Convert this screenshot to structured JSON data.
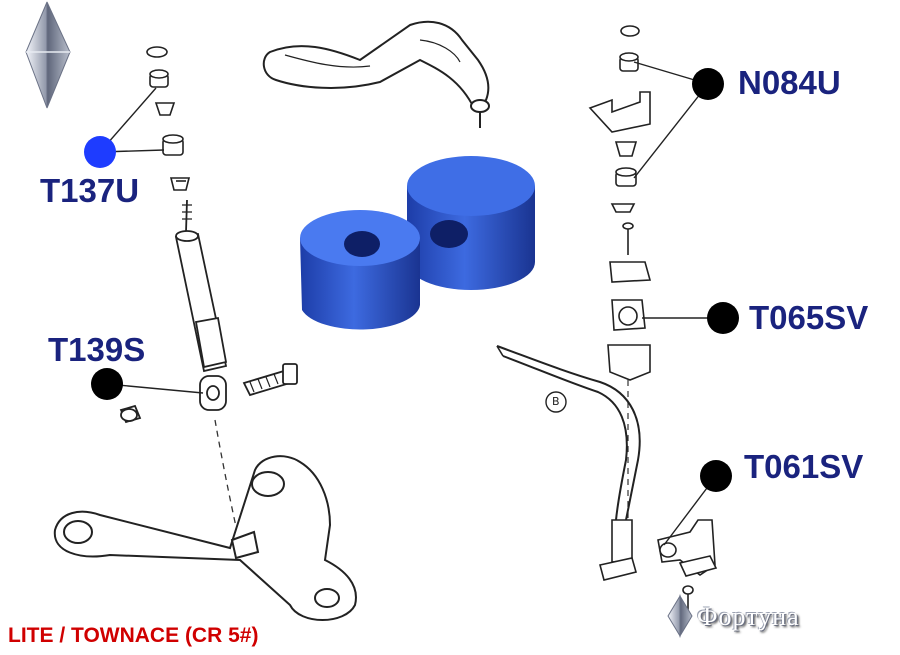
{
  "labels": {
    "t137u": "T137U",
    "t139s": "T139S",
    "n084u": "N084U",
    "t065sv": "T065SV",
    "t061sv": "T061SV"
  },
  "caption": "LITE / TOWNACE (CR 5#)",
  "brand": "Фортуна",
  "ref_mark": "B",
  "colors": {
    "label_text": "#1a237e",
    "highlight_dot": "#1e3cff",
    "marker_dot": "#000000",
    "bushing_blue": "#2e55c8",
    "caption_red": "#d00000"
  }
}
